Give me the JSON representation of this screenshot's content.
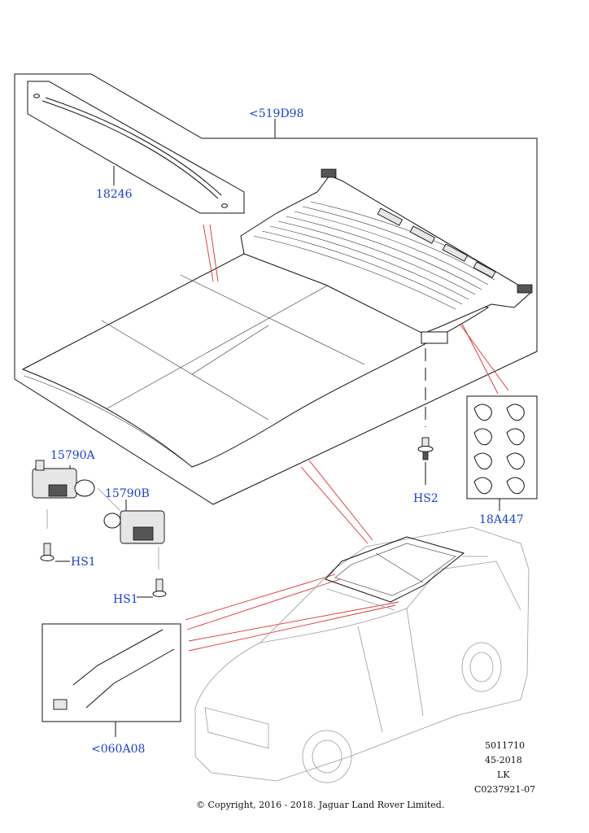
{
  "labels": {
    "kit": "<519D98",
    "seal_strip": "18246",
    "motor_a": "15790A",
    "motor_b": "15790B",
    "screw_1a": "HS1",
    "screw_1b": "HS1",
    "screw_2": "HS2",
    "clip_kit": "18A447",
    "drain_tube": "<060A08"
  },
  "reference": {
    "line1": "5011710",
    "line2": "45-2018",
    "line3": "LK",
    "line4": "C0237921-07"
  },
  "copyright": "© Copyright, 2016 - 2018. Jaguar Land Rover Limited."
}
